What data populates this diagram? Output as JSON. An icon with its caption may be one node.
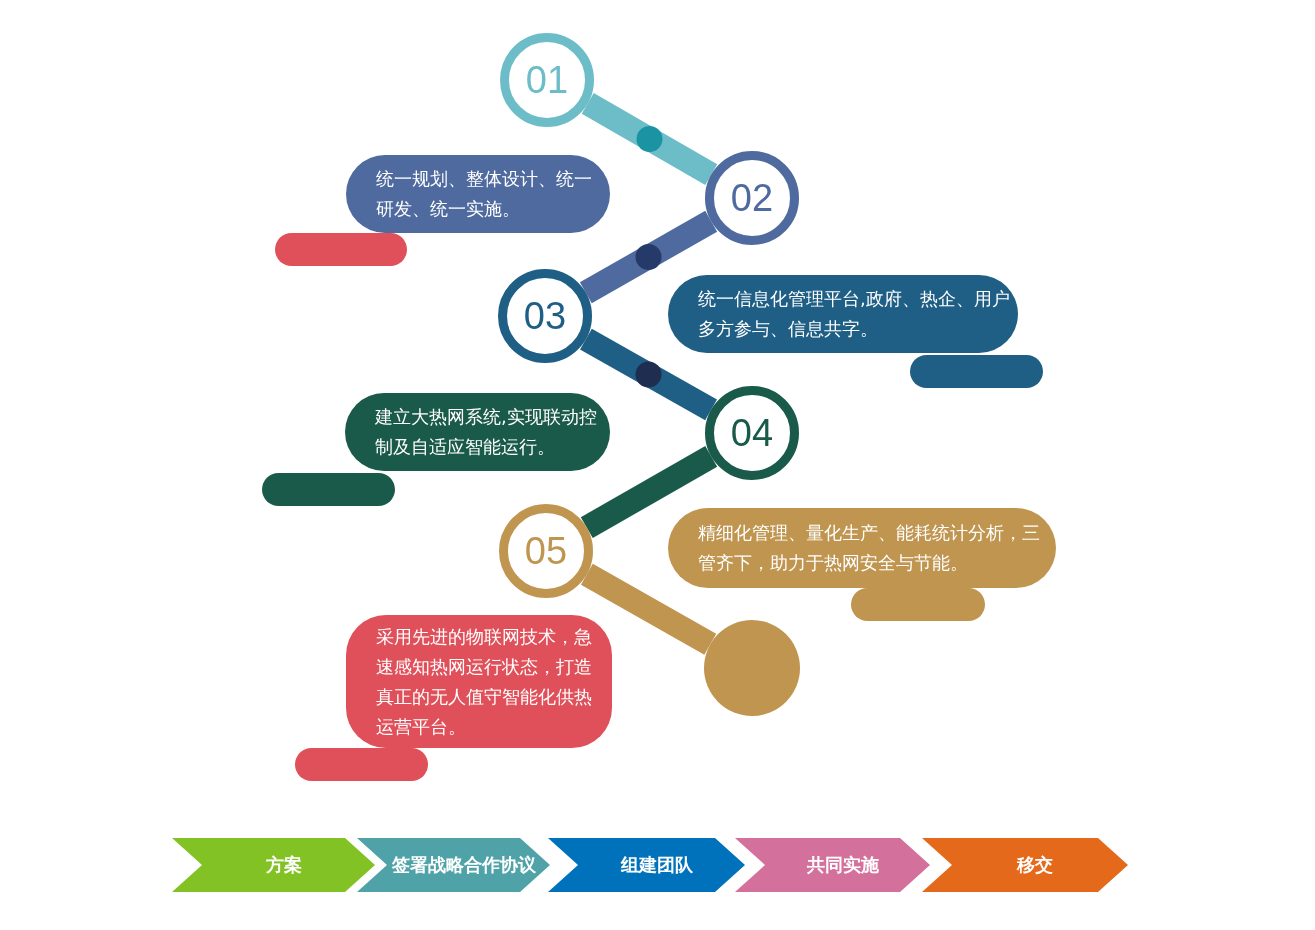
{
  "diagram": {
    "nodes": [
      {
        "text": [
          "01"
        ]
      },
      {
        "text": [
          "02"
        ]
      },
      {
        "text": [
          "03"
        ]
      },
      {
        "text": [
          "04"
        ]
      },
      {
        "text": [
          "05"
        ]
      },
      {
        "text": [],
        "shape": "circle"
      },
      {
        "text": [
          "统一规划、整体设计、统一研发、统一实施。"
        ]
      },
      {
        "text": [
          "统一信息化管理平台,政府、热企、用户多方参与、信息共字。"
        ]
      },
      {
        "text": [
          "建立大热网系统,实现联动控制及自适应智能运行。"
        ]
      },
      {
        "text": [
          "精细化管理、量化生产、能耗统计分析，三管齐下，助力于热网安全与节能。"
        ]
      },
      {
        "text": [
          "采用先进的物联网技术，急速感知热网运行状态，打造真正的无人值守智能化供热运营平台。"
        ]
      },
      {
        "text": [
          "方案"
        ]
      },
      {
        "text": [
          "签署战略合作协议"
        ]
      },
      {
        "text": [
          "组建团队"
        ]
      },
      {
        "text": [
          "共同实施"
        ]
      },
      {
        "text": [
          "移交"
        ]
      }
    ],
    "edges": [
      {
        "from": 0,
        "to": 1,
        "arrow": "none",
        "color": "#6dbdc8"
      },
      {
        "from": 1,
        "to": 2,
        "arrow": "none",
        "color": "#4f6a9e"
      },
      {
        "from": 2,
        "to": 3,
        "arrow": "none",
        "color": "#1f5f85"
      },
      {
        "from": 3,
        "to": 4,
        "arrow": "none",
        "color": "#1a5a4a"
      },
      {
        "from": 4,
        "to": 5,
        "arrow": "none",
        "color": "#bf9550"
      }
    ]
  }
}
